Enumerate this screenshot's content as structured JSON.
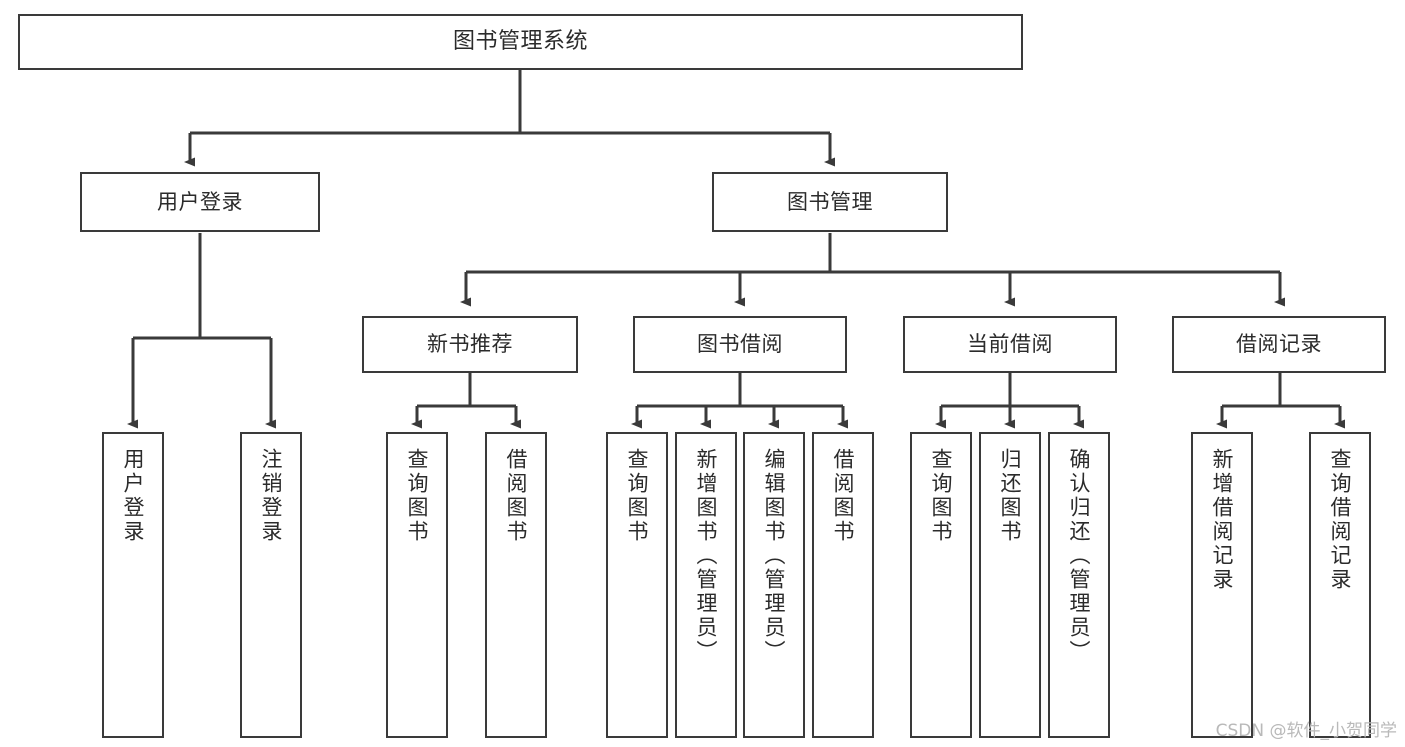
{
  "diagram": {
    "title": "图书管理系统",
    "watermark": "CSDN @软件_小贺同学",
    "line_color": "#3a3a3a",
    "box_fill": "#ffffff",
    "text_color": "#2b2b2b",
    "root": {
      "label": "图书管理系统"
    },
    "level2": [
      {
        "label": "用户登录"
      },
      {
        "label": "图书管理"
      }
    ],
    "level3": [
      {
        "label": "新书推荐"
      },
      {
        "label": "图书借阅"
      },
      {
        "label": "当前借阅"
      },
      {
        "label": "借阅记录"
      }
    ],
    "leaves": {
      "user_login": [
        {
          "label": "用户登录"
        },
        {
          "label": "注销登录"
        }
      ],
      "new_book": [
        {
          "label": "查询图书"
        },
        {
          "label": "借阅图书"
        }
      ],
      "book_borrow": [
        {
          "label": "查询图书"
        },
        {
          "label": "新增图书（管理员）"
        },
        {
          "label": "编辑图书（管理员）"
        },
        {
          "label": "借阅图书"
        }
      ],
      "current_borrow": [
        {
          "label": "查询图书"
        },
        {
          "label": "归还图书"
        },
        {
          "label": "确认归还（管理员）"
        }
      ],
      "borrow_record": [
        {
          "label": "新增借阅记录"
        },
        {
          "label": "查询借阅记录"
        }
      ]
    }
  }
}
